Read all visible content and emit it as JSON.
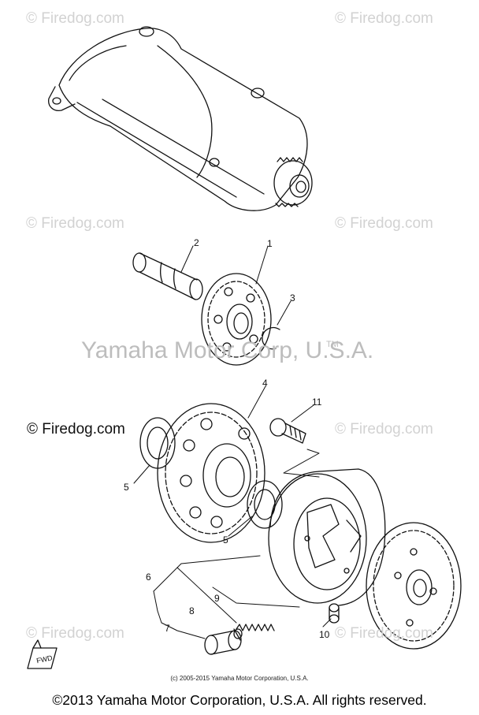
{
  "watermarks": {
    "repeat_text": "© Firedog.com",
    "center_text": "Yamaha Motor Corp, U.S.A.",
    "tm": "TM",
    "dark_text": "© Firedog.com"
  },
  "part_labels": [
    "1",
    "2",
    "3",
    "4",
    "5",
    "5",
    "6",
    "7",
    "8",
    "9",
    "10",
    "11"
  ],
  "fwd_marker": "FWD",
  "small_copyright": "(c) 2005-2015 Yamaha Motor Corporation, U.S.A.",
  "footer_copyright": "©2013 Yamaha Motor Corporation, U.S.A. All rights reserved."
}
